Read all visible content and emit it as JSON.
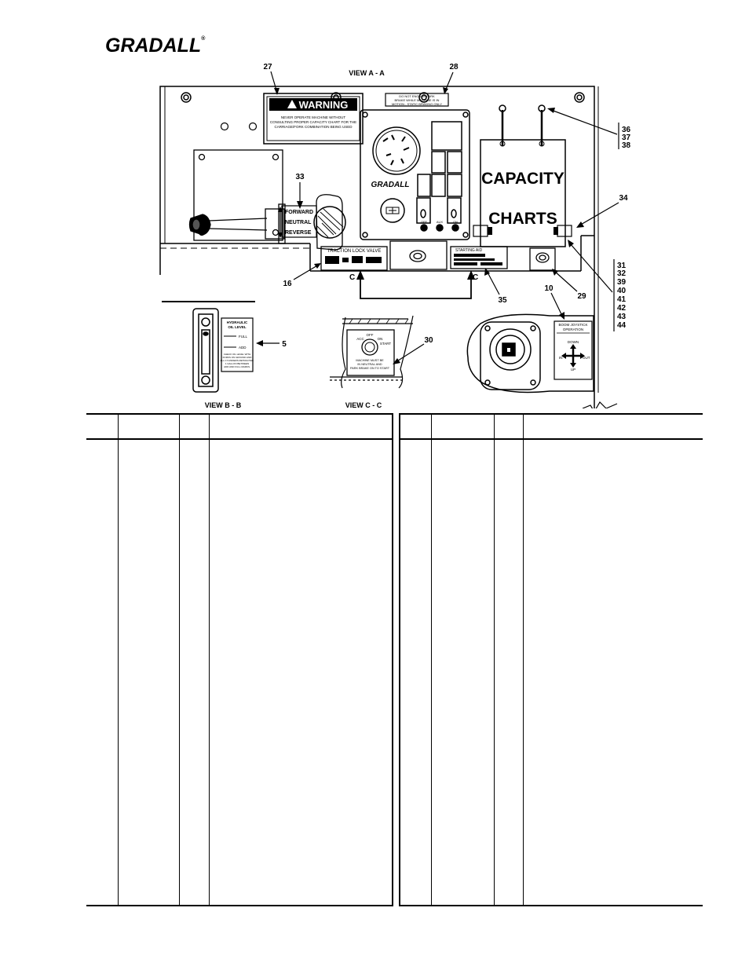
{
  "brand": {
    "name": "GRADALL",
    "mark": "®"
  },
  "views": {
    "a": "VIEW A - A",
    "b": "VIEW B - B",
    "c": "VIEW C - C"
  },
  "callouts": {
    "c27": "27",
    "c28": "28",
    "c33": "33",
    "c34": "34",
    "c16": "16",
    "c35": "35",
    "c29": "29",
    "c10": "10",
    "c5": "5",
    "c30": "30",
    "group1": [
      "36",
      "37",
      "38"
    ],
    "group2": [
      "31",
      "32",
      "39",
      "40",
      "41",
      "42",
      "43",
      "44"
    ],
    "sectionC": "C"
  },
  "warning": {
    "title": "WARNING",
    "body": [
      "NEVER OPERATE MACHINE WITHOUT",
      "CONSULTING PROPER CAPACITY CHART FOR THE",
      "CARRIAGE/FORK COMBINATION BEING USED"
    ]
  },
  "parkbrake": [
    "DO NOT ENGAGE PARK",
    "BRAKE WHILE MACHINE IS IN",
    "MOTION - STATIC BRAKING ONLY"
  ],
  "panel": {
    "logo": "GRADALL",
    "switch_labels": [
      "OFF",
      "AUX",
      "ON"
    ]
  },
  "shifter": [
    "FORWARD",
    "NEUTRAL",
    "REVERSE"
  ],
  "capacity": [
    "CAPACITY",
    "CHARTS"
  ],
  "traction": "TRACTION LOCK VALVE",
  "starting": "STARTING AID",
  "hydraulic": {
    "title": [
      "HYDRAULIC",
      "OIL LEVEL"
    ],
    "full": "FULL",
    "add": "ADD",
    "note": [
      "CHECK OIL LEVEL WITH",
      "FORKS ON GROUND AND",
      "ALL CYLINDERS RETRACTED.",
      "1 GALLON BETWEEN",
      "ADD AND FULL MARKS."
    ]
  },
  "ignition": {
    "off": "OFF",
    "acc": "ACC",
    "on": "ON",
    "start": "START",
    "note": [
      "MACHINE MUST BE",
      "IN NEUTRAL AND",
      "PARK BRAKE ON TO START"
    ]
  },
  "joystick": {
    "title": [
      "BOOM JOYSTICK",
      "OPERATION"
    ],
    "down": "DOWN",
    "up": "UP",
    "in": "IN",
    "out": "OUT"
  }
}
